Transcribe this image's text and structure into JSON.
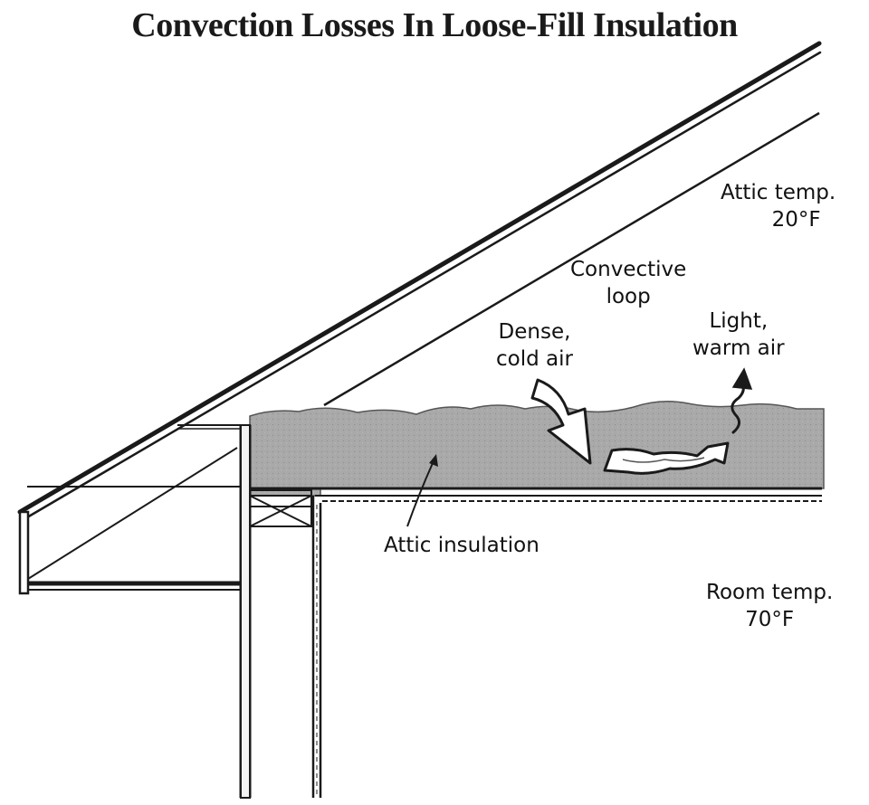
{
  "title": "Convection Losses In Loose-Fill Insulation",
  "labels": {
    "attic_temp_line1": "Attic temp.",
    "attic_temp_line2": "20°F",
    "convective_line1": "Convective",
    "convective_line2": "loop",
    "dense_line1": "Dense,",
    "dense_line2": "cold air",
    "light_line1": "Light,",
    "light_line2": "warm air",
    "attic_insulation": "Attic insulation",
    "room_temp_line1": "Room temp.",
    "room_temp_line2": "70°F"
  },
  "colors": {
    "ink": "#1a1a1a",
    "insulation": "#a8a8a8",
    "background": "#ffffff"
  }
}
